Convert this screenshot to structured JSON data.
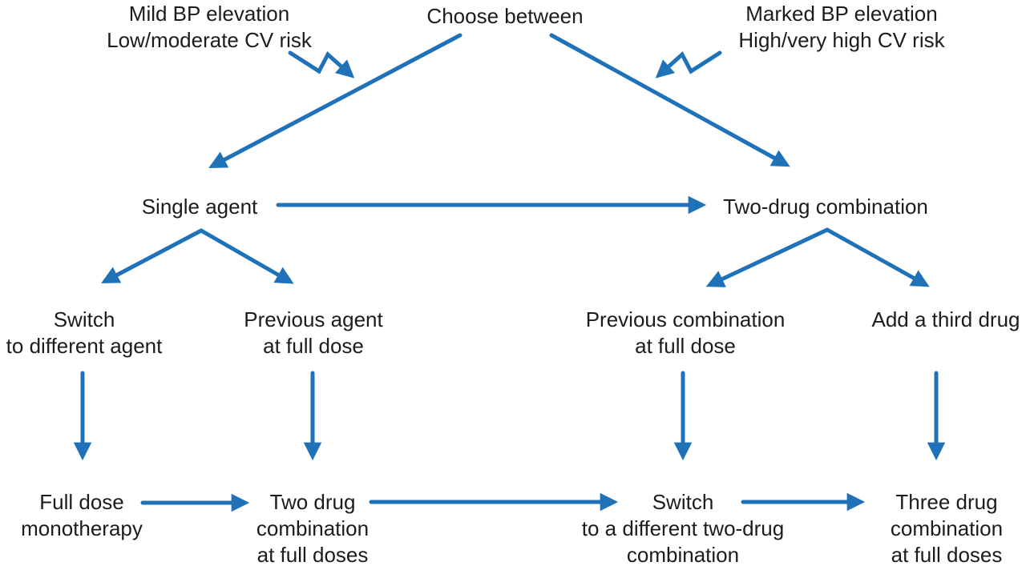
{
  "colors": {
    "arrow": "#1f72b8",
    "text": "#1c1c1c",
    "background": "#ffffff"
  },
  "nodes": {
    "mild_bp": {
      "line1": "Mild BP elevation",
      "line2": "Low/moderate CV risk"
    },
    "choose": {
      "label": "Choose between"
    },
    "marked_bp": {
      "line1": "Marked BP elevation",
      "line2": "High/very high CV risk"
    },
    "single_agent": {
      "label": "Single agent"
    },
    "two_drug_combination": {
      "label": "Two-drug combination"
    },
    "switch_agent": {
      "line1": "Switch",
      "line2": "to different agent"
    },
    "previous_agent": {
      "line1": "Previous agent",
      "line2": "at full dose"
    },
    "previous_combination": {
      "line1": "Previous combination",
      "line2": "at full dose"
    },
    "add_third_drug": {
      "label": "Add a third drug"
    },
    "full_dose_monotherapy": {
      "line1": "Full dose",
      "line2": "monotherapy"
    },
    "two_drug_full_doses": {
      "line1": "Two drug",
      "line2": "combination",
      "line3": "at full doses"
    },
    "switch_two_drug": {
      "line1": "Switch",
      "line2": "to a different two-drug",
      "line3": "combination"
    },
    "three_drug_full_doses": {
      "line1": "Three drug",
      "line2": "combination",
      "line3": "at full doses"
    }
  }
}
